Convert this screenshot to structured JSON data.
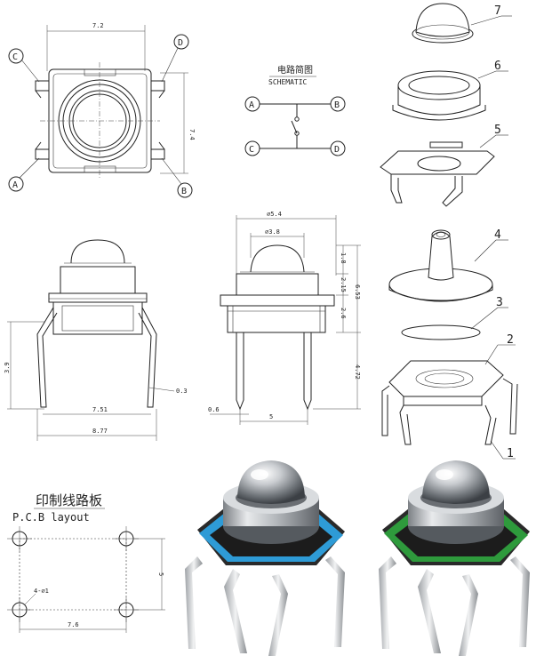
{
  "top_view": {
    "width_dim": "7.2",
    "height_dim": "7.4",
    "pins": {
      "a": "A",
      "b": "B",
      "c": "C",
      "d": "D"
    }
  },
  "schematic": {
    "title_cn": "电路简图",
    "title_en": "SCHEMATIC",
    "nodes": {
      "a": "A",
      "b": "B",
      "c": "C",
      "d": "D"
    }
  },
  "exploded_parts": [
    "1",
    "2",
    "3",
    "4",
    "5",
    "6",
    "7"
  ],
  "front_view": {
    "height_dim": "3.9",
    "lead_thickness_dim": "0.3",
    "inner_width_dim": "7.51",
    "outer_width_dim": "8.77"
  },
  "side_view": {
    "outer_dia_dim": "⌀5.4",
    "inner_dia_dim": "⌀3.8",
    "cap_height_dim": "1.8",
    "mid_height_dim": "2.15",
    "body_height_dim": "2.6",
    "total_height_dim": "6.53",
    "lead_length_dim": "4.72",
    "lead_width_dim": "0.6",
    "pitch_dim": "5"
  },
  "pcb_layout": {
    "title_cn": "印制线路板",
    "title_en": "P.C.B layout",
    "hole_label": "4-⌀1",
    "width_dim": "7.6",
    "height_dim": "5"
  },
  "photos": {
    "left_accent": "#2e9bd6",
    "right_accent": "#2e9a3c"
  }
}
